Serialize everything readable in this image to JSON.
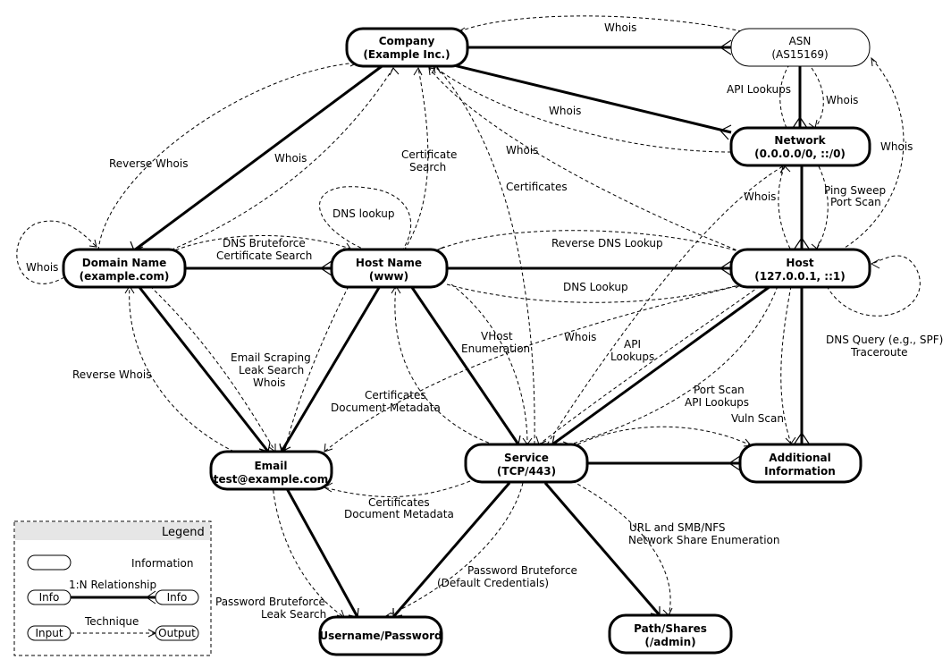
{
  "nodes": {
    "company": {
      "line1": "Company",
      "line2": "(Example Inc.)"
    },
    "asn": {
      "line1": "ASN",
      "line2": "(AS15169)"
    },
    "network": {
      "line1": "Network",
      "line2": "(0.0.0.0/0, ::/0)"
    },
    "domain": {
      "line1": "Domain Name",
      "line2": "(example.com)"
    },
    "hostname": {
      "line1": "Host Name",
      "line2": "(www)"
    },
    "host": {
      "line1": "Host",
      "line2": "(127.0.0.1, ::1)"
    },
    "email": {
      "line1": "Email",
      "line2": "test@example.com"
    },
    "service": {
      "line1": "Service",
      "line2": "(TCP/443)"
    },
    "additional": {
      "line1": "Additional",
      "line2": "Information"
    },
    "credentials": {
      "line1": "Username/Password"
    },
    "paths": {
      "line1": "Path/Shares",
      "line2": "(/admin)"
    }
  },
  "labels": {
    "whois_company_asn": "Whois",
    "api_lookups": "API Lookups",
    "whois_asn_network": "Whois",
    "whois_network_company": "Whois",
    "whois_host_company": "Whois",
    "whois_host_asn": "Whois",
    "reverse_whois_top": "Reverse Whois",
    "whois_domain_company": "Whois",
    "cert_search_1": "Certificate",
    "cert_search_2": "Search",
    "certificates_service_company": "Certificates",
    "whois_host_network": "Whois",
    "ping_sweep": "Ping Sweep",
    "port_scan": "Port Scan",
    "dns_lookup_loop": "DNS lookup",
    "whois_loop": "Whois",
    "dns_bruteforce": "DNS Bruteforce",
    "certificate_search": "Certificate Search",
    "reverse_dns": "Reverse DNS Lookup",
    "dns_lookup": "DNS Lookup",
    "dns_query": "DNS Query (e.g., SPF)",
    "traceroute": "Traceroute",
    "vhost_1": "VHost",
    "vhost_2": "Enumeration",
    "whois_host_email": "Whois",
    "api_1": "API",
    "api_2": "Lookups",
    "email_scraping": "Email Scraping",
    "leak_search": "Leak Search",
    "whois_email_domain": "Whois",
    "reverse_whois_bottom": "Reverse Whois",
    "certificates_hn_email": "Certificates",
    "document_metadata_hn": "Document Metadata",
    "port_scan_2": "Port Scan",
    "api_lookups_2": "API Lookups",
    "vuln_scan": "Vuln Scan",
    "certificates_svc_email": "Certificates",
    "document_metadata_svc": "Document Metadata",
    "url_smb": "URL and SMB/NFS",
    "network_share": "Network Share Enumeration",
    "password_bruteforce": "Password Bruteforce",
    "default_credentials": "(Default Credentials)",
    "password_bruteforce_email": "Password Bruteforce",
    "leak_search_email": "Leak Search"
  },
  "legend": {
    "title": "Legend",
    "information": "Information",
    "relationship": "1:N Relationship",
    "info_a": "Info",
    "info_b": "Info",
    "technique": "Technique",
    "input": "Input",
    "output": "Output"
  }
}
